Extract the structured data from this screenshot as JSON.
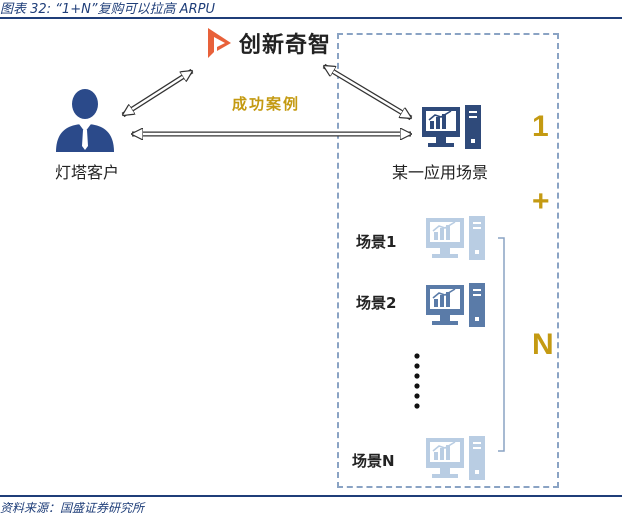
{
  "header": {
    "title": "图表 32:  “1+N”复购可以拉高 ARPU"
  },
  "footer": {
    "source": "资料来源：国盛证券研究所"
  },
  "diagram": {
    "brand": {
      "name": "创新奇智",
      "logo_color": "#e8613a"
    },
    "customer_label": "灯塔客户",
    "case_label": "成功案例",
    "app_scene_label": "某一应用场景",
    "one_label": "1",
    "plus_label": "+",
    "n_label": "N",
    "scenes": [
      {
        "label": "场景1"
      },
      {
        "label": "场景2"
      },
      {
        "label": "场景N"
      }
    ],
    "colors": {
      "accent_gold": "#c49a12",
      "dark_blue": "#2f4a7a",
      "mid_blue": "#5a7ba8",
      "light_blue": "#b9cde3",
      "dashed_border": "#8aa3c4"
    }
  }
}
